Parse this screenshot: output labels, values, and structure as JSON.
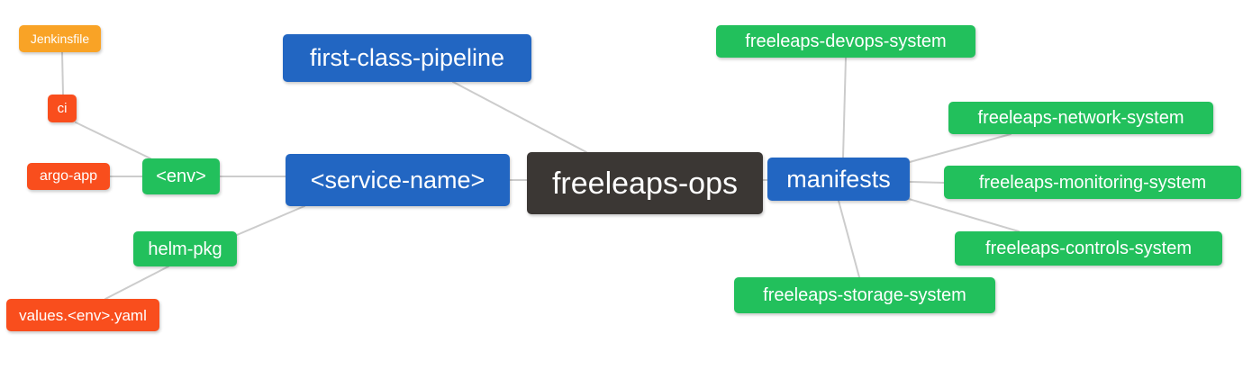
{
  "diagram": {
    "type": "mindmap",
    "root_label": "freeleaps-ops"
  },
  "colors": {
    "node_blue": "#2266C2",
    "node_green": "#22C05C",
    "node_red": "#F94E1D",
    "node_orange": "#F9A326",
    "node_dark": "#3B3734",
    "edge": "#CCCCCC",
    "node_text": "#FFFFFF",
    "background": "#FFFFFF"
  },
  "nodes": [
    {
      "id": "jenkinsfile",
      "label": "Jenkinsfile",
      "color": "orange"
    },
    {
      "id": "ci",
      "label": "ci",
      "color": "red"
    },
    {
      "id": "argo-app",
      "label": "argo-app",
      "color": "red"
    },
    {
      "id": "env",
      "label": "<env>",
      "color": "green"
    },
    {
      "id": "helm-pkg",
      "label": "helm-pkg",
      "color": "green"
    },
    {
      "id": "values-env-yaml",
      "label": "values.<env>.yaml",
      "color": "red"
    },
    {
      "id": "first-class-pipeline",
      "label": "first-class-pipeline",
      "color": "blue"
    },
    {
      "id": "service-name",
      "label": "<service-name>",
      "color": "blue"
    },
    {
      "id": "freeleaps-ops",
      "label": "freeleaps-ops",
      "color": "dark"
    },
    {
      "id": "manifests",
      "label": "manifests",
      "color": "blue"
    },
    {
      "id": "freeleaps-devops-system",
      "label": "freeleaps-devops-system",
      "color": "green"
    },
    {
      "id": "freeleaps-network-system",
      "label": "freeleaps-network-system",
      "color": "green"
    },
    {
      "id": "freeleaps-monitoring-system",
      "label": "freeleaps-monitoring-system",
      "color": "green"
    },
    {
      "id": "freeleaps-controls-system",
      "label": "freeleaps-controls-system",
      "color": "green"
    },
    {
      "id": "freeleaps-storage-system",
      "label": "freeleaps-storage-system",
      "color": "green"
    }
  ],
  "edges": [
    {
      "from": "jenkinsfile",
      "to": "ci"
    },
    {
      "from": "ci",
      "to": "env"
    },
    {
      "from": "argo-app",
      "to": "env"
    },
    {
      "from": "env",
      "to": "service-name"
    },
    {
      "from": "helm-pkg",
      "to": "service-name"
    },
    {
      "from": "values-env-yaml",
      "to": "helm-pkg"
    },
    {
      "from": "first-class-pipeline",
      "to": "freeleaps-ops"
    },
    {
      "from": "service-name",
      "to": "freeleaps-ops"
    },
    {
      "from": "freeleaps-ops",
      "to": "manifests"
    },
    {
      "from": "manifests",
      "to": "freeleaps-devops-system"
    },
    {
      "from": "manifests",
      "to": "freeleaps-network-system"
    },
    {
      "from": "manifests",
      "to": "freeleaps-monitoring-system"
    },
    {
      "from": "manifests",
      "to": "freeleaps-controls-system"
    },
    {
      "from": "manifests",
      "to": "freeleaps-storage-system"
    }
  ]
}
